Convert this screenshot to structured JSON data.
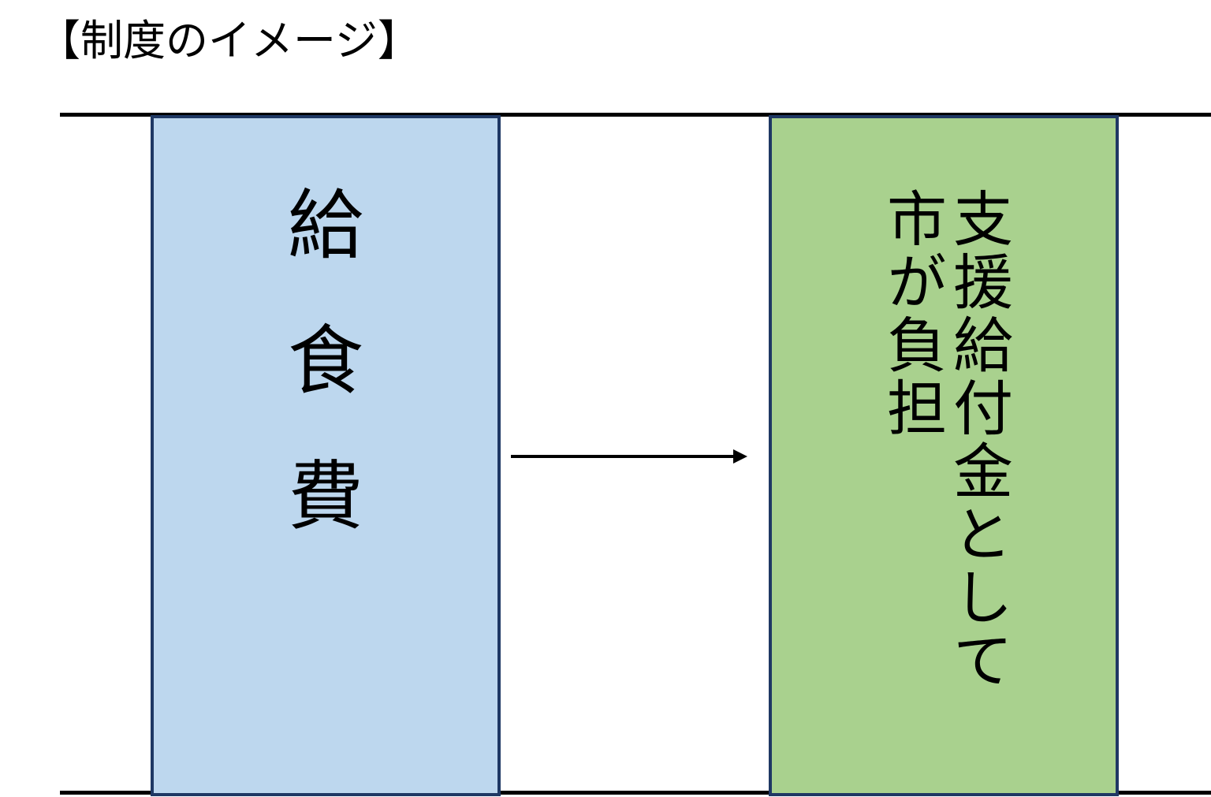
{
  "title": "【制度のイメージ】",
  "left_box": {
    "chars": [
      "給",
      "食",
      "費"
    ],
    "color": "#bdd7ee"
  },
  "right_box": {
    "col1": "支援給付金として",
    "col2": "市が負担",
    "color": "#a9d18e"
  },
  "border_color": "#1f3864",
  "arrow": {
    "direction": "right",
    "icon": "arrow-right-icon"
  }
}
